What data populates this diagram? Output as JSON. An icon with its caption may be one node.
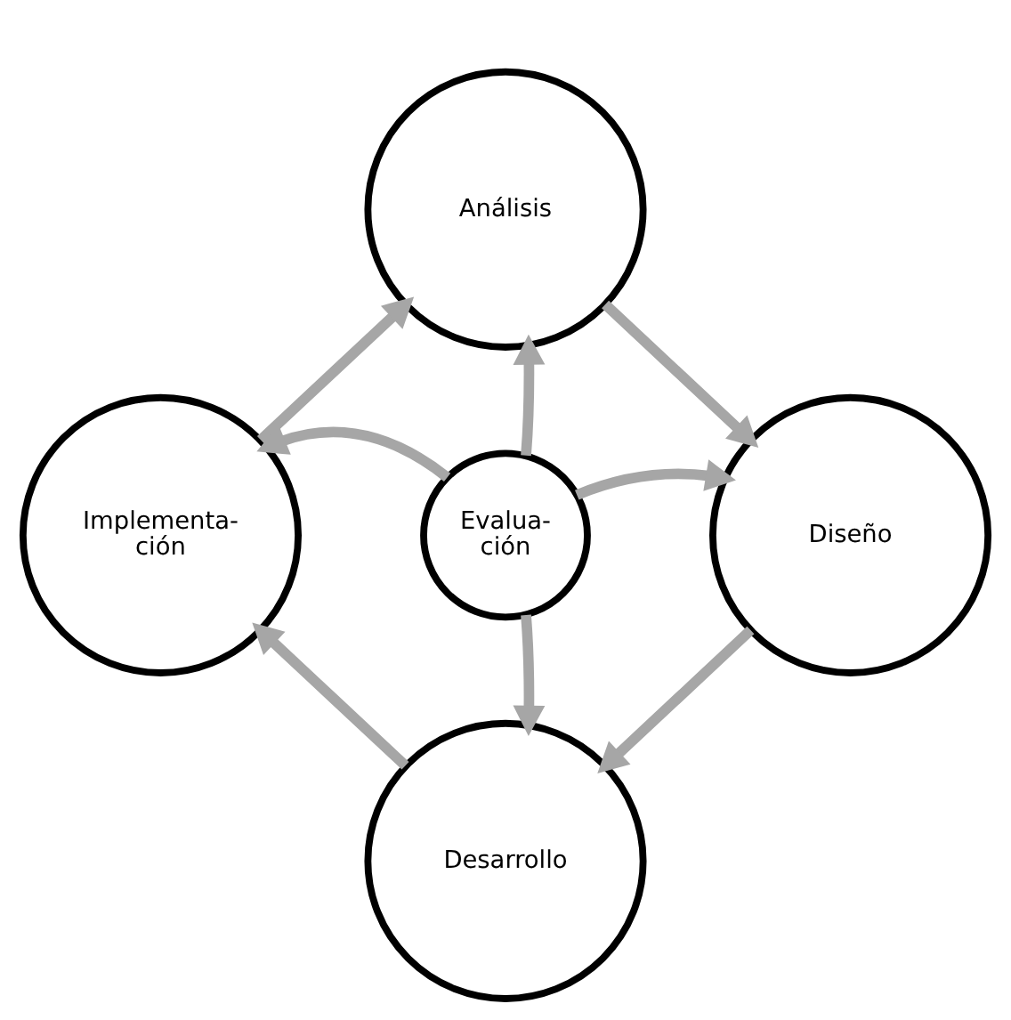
{
  "diagram": {
    "nodes": [
      {
        "text": [
          "Análisis"
        ]
      },
      {
        "text": [
          "Diseño"
        ]
      },
      {
        "text": [
          "Desarrollo"
        ]
      },
      {
        "text": [
          "Implementa- ción"
        ]
      },
      {
        "text": [
          "Evalua- ción"
        ]
      }
    ],
    "edges": [
      {
        "from": 0,
        "to": 1,
        "arrow": "to"
      },
      {
        "from": 1,
        "to": 2,
        "arrow": "to"
      },
      {
        "from": 2,
        "to": 3,
        "arrow": "to"
      },
      {
        "from": 3,
        "to": 0,
        "arrow": "to"
      },
      {
        "from": 4,
        "to": 0,
        "arrow": "to"
      },
      {
        "from": 4,
        "to": 1,
        "arrow": "to"
      },
      {
        "from": 4,
        "to": 2,
        "arrow": "to"
      },
      {
        "from": 4,
        "to": 3,
        "arrow": "to"
      }
    ]
  }
}
